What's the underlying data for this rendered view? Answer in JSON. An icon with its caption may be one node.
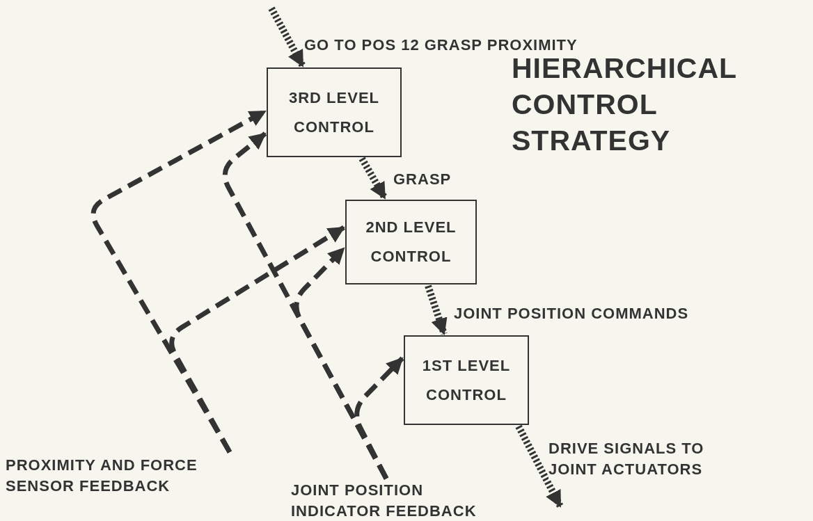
{
  "diagram": {
    "title": "HIERARCHICAL CONTROL STRATEGY",
    "nodes": [
      {
        "text": [
          "3RD LEVEL CONTROL"
        ]
      },
      {
        "text": [
          "2ND LEVEL CONTROL"
        ]
      },
      {
        "text": [
          "1ST LEVEL CONTROL"
        ]
      },
      {
        "text": [
          "PROXIMITY AND FORCE SENSOR FEEDBACK"
        ]
      },
      {
        "text": [
          "JOINT POSITION INDICATOR FEEDBACK"
        ]
      }
    ],
    "edges": [
      {
        "from": null,
        "to": 0,
        "arrow": "to",
        "label": "GO TO POS 12 GRASP PROXIMITY"
      },
      {
        "from": 0,
        "to": 1,
        "arrow": "to",
        "label": "GRASP"
      },
      {
        "from": 1,
        "to": 2,
        "arrow": "to",
        "label": "JOINT POSITION COMMANDS"
      },
      {
        "from": 2,
        "to": null,
        "arrow": "to",
        "label": "DRIVE SIGNALS TO JOINT ACTUATORS"
      },
      {
        "from": 3,
        "to": 0,
        "arrow": "to",
        "style": "dashed"
      },
      {
        "from": 3,
        "to": 1,
        "arrow": "to",
        "style": "dashed"
      },
      {
        "from": 4,
        "to": 0,
        "arrow": "to",
        "style": "dashed"
      },
      {
        "from": 4,
        "to": 1,
        "arrow": "to",
        "style": "dashed"
      },
      {
        "from": 4,
        "to": 2,
        "arrow": "to",
        "style": "dashed"
      }
    ]
  }
}
